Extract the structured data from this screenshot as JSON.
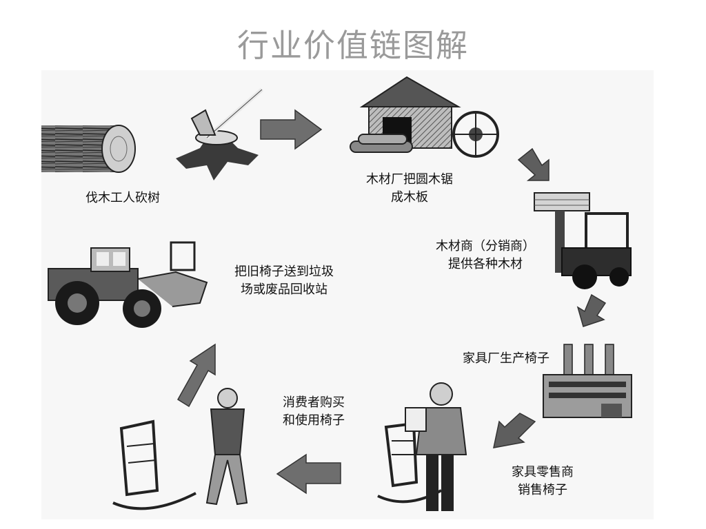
{
  "title": "行业价值链图解",
  "steps": [
    {
      "text": "伐木工人砍树"
    },
    {
      "line1": "木材厂把圆木锯",
      "line2": "成木板"
    },
    {
      "line1": "木材商（分销商）",
      "line2": "提供各种木材"
    },
    {
      "text": "家具厂生产椅子"
    },
    {
      "line1": "家具零售商",
      "line2": "销售椅子"
    },
    {
      "line1": "消费者购买",
      "line2": "和使用椅子"
    },
    {
      "line1": "把旧椅子送到垃圾",
      "line2": "场或废品回收站"
    }
  ]
}
